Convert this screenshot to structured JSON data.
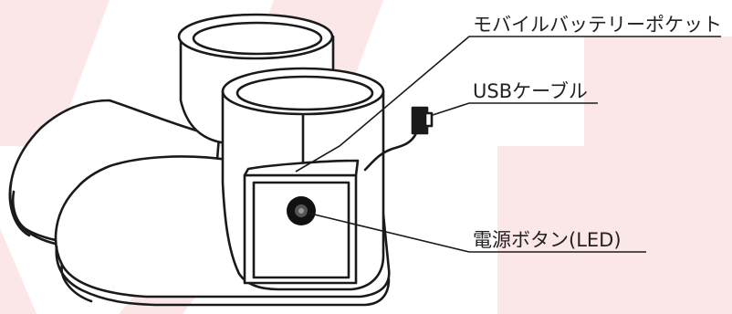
{
  "labels": {
    "battery_pocket": "モバイルバッテリーポケット",
    "usb_cable": "USBケーブル",
    "power_button": "電源ボタン(LED)"
  },
  "colors": {
    "background": "#ffffff",
    "watermark": "#fbe6e8",
    "line": "#1a1a1a",
    "button": "#111111"
  }
}
